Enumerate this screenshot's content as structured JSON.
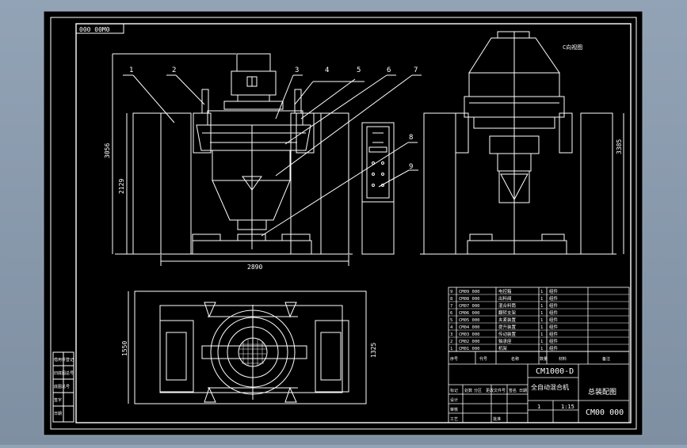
{
  "colors": {
    "background": "#000000",
    "line": "#ffffff",
    "frame_border": "#9aa8ba"
  },
  "title_code_box": "000 00M0",
  "callouts": [
    "1",
    "2",
    "3",
    "4",
    "5",
    "6",
    "7",
    "8",
    "9"
  ],
  "dimensions": {
    "total_height": "3056",
    "lower_height": "2129",
    "width": "2890",
    "plan_height": "1550",
    "plan_inner": "1325",
    "side_height": "3385"
  },
  "side_view_label": "C向视图",
  "parts_list": [
    {
      "no": "9",
      "code": "CM09 000",
      "name": "电控箱",
      "qty": "1",
      "remark": "组件"
    },
    {
      "no": "8",
      "code": "CM08 000",
      "name": "出料阀",
      "qty": "1",
      "remark": "组件"
    },
    {
      "no": "7",
      "code": "CM07 000",
      "name": "混合料筒",
      "qty": "1",
      "remark": "组件"
    },
    {
      "no": "6",
      "code": "CM06 000",
      "name": "翻转支架",
      "qty": "1",
      "remark": "组件"
    },
    {
      "no": "5",
      "code": "CM05 000",
      "name": "夹紧装置",
      "qty": "1",
      "remark": "组件"
    },
    {
      "no": "4",
      "code": "CM04 000",
      "name": "提升装置",
      "qty": "1",
      "remark": "组件"
    },
    {
      "no": "3",
      "code": "CM03 000",
      "name": "传动装置",
      "qty": "1",
      "remark": "组件"
    },
    {
      "no": "2",
      "code": "CM02 000",
      "name": "轴承座",
      "qty": "1",
      "remark": "组件"
    },
    {
      "no": "1",
      "code": "CM01 000",
      "name": "机架",
      "qty": "1",
      "remark": "组件"
    }
  ],
  "title_block": {
    "model": "CM1000-D",
    "machine_name": "全自动混合机",
    "drawing_title": "总装配图",
    "drawing_no": "CM00 000",
    "quantity": "1",
    "scale": "1:15",
    "header_cells": [
      "序号",
      "代号",
      "名称",
      "数量",
      "材料",
      "备注"
    ],
    "left_labels": [
      "标记",
      "处数",
      "分区",
      "更改文件号",
      "签名",
      "日期"
    ],
    "sign_labels": [
      "设计",
      "审核",
      "工艺",
      "批准"
    ]
  },
  "stamp_labels": [
    "借用件登记",
    "旧底图总号",
    "底图总号",
    "签字",
    "日期"
  ]
}
